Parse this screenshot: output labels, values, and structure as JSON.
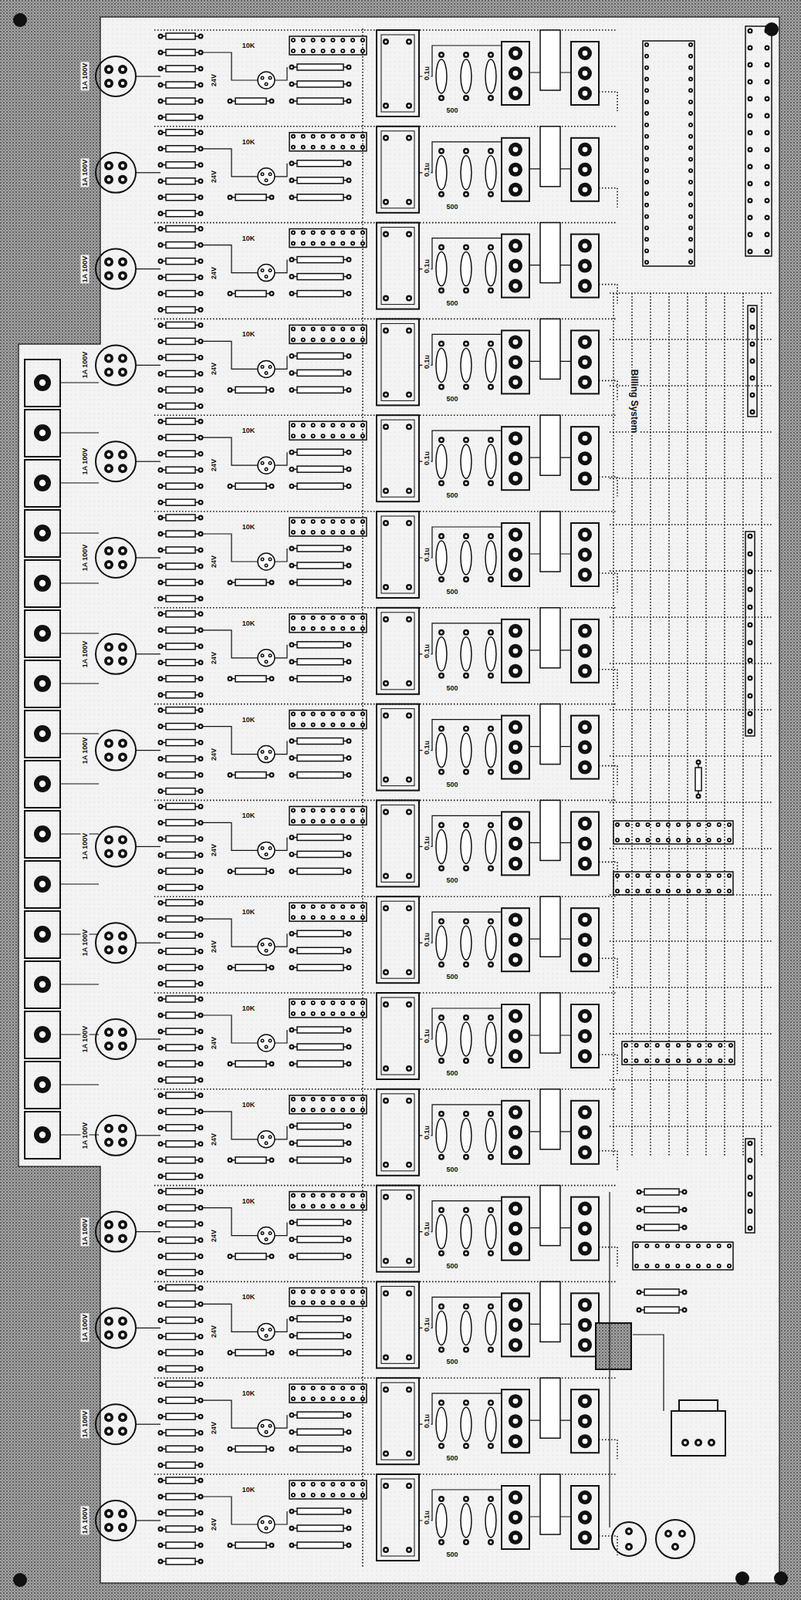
{
  "diagram": {
    "labels": [
      "Billing System",
      "1A 100V",
      "1A 100V",
      "1A 100V",
      "1A 100V",
      "1A 100V",
      "1A 100V",
      "1A 100V",
      "1A 100V",
      "1A 100V",
      "1A 100V",
      "1A 100V",
      "1A 100V",
      "1A 100V",
      "1A 100V",
      "1A 100V",
      "1A 100V",
      "10K",
      "10K",
      "10K",
      "10K",
      "10K",
      "10K",
      "10K",
      "10K",
      "10K",
      "10K",
      "10K",
      "10K",
      "10K",
      "10K",
      "10K",
      "10K",
      "24V",
      "24V",
      "24V",
      "24V",
      "24V",
      "24V",
      "24V",
      "24V",
      "24V",
      "24V",
      "24V",
      "24V",
      "24V",
      "24V",
      "24V",
      "24V",
      "0.1u",
      "0.1u",
      "0.1u",
      "0.1u",
      "0.1u",
      "0.1u",
      "0.1u",
      "0.1u",
      "0.1u",
      "0.1u",
      "0.1u",
      "0.1u",
      "0.1u",
      "0.1u",
      "0.1u",
      "0.1u",
      "500",
      "500",
      "500",
      "500",
      "500",
      "500",
      "500",
      "500",
      "500",
      "500",
      "500",
      "500",
      "500",
      "500",
      "500",
      "500"
    ]
  }
}
